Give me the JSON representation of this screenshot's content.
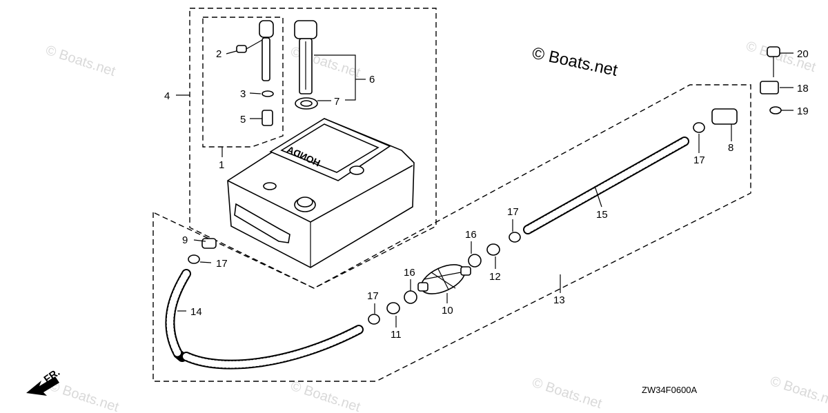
{
  "copyright": "© Boats.net",
  "watermark": "© Boats.net",
  "diagram_code": "ZW34F0600A",
  "front_marker": "FR.",
  "tank_brand": "HONDA",
  "callouts": [
    "1",
    "2",
    "3",
    "4",
    "5",
    "6",
    "7",
    "8",
    "9",
    "10",
    "11",
    "12",
    "13",
    "14",
    "15",
    "16",
    "17",
    "18",
    "19",
    "20"
  ]
}
